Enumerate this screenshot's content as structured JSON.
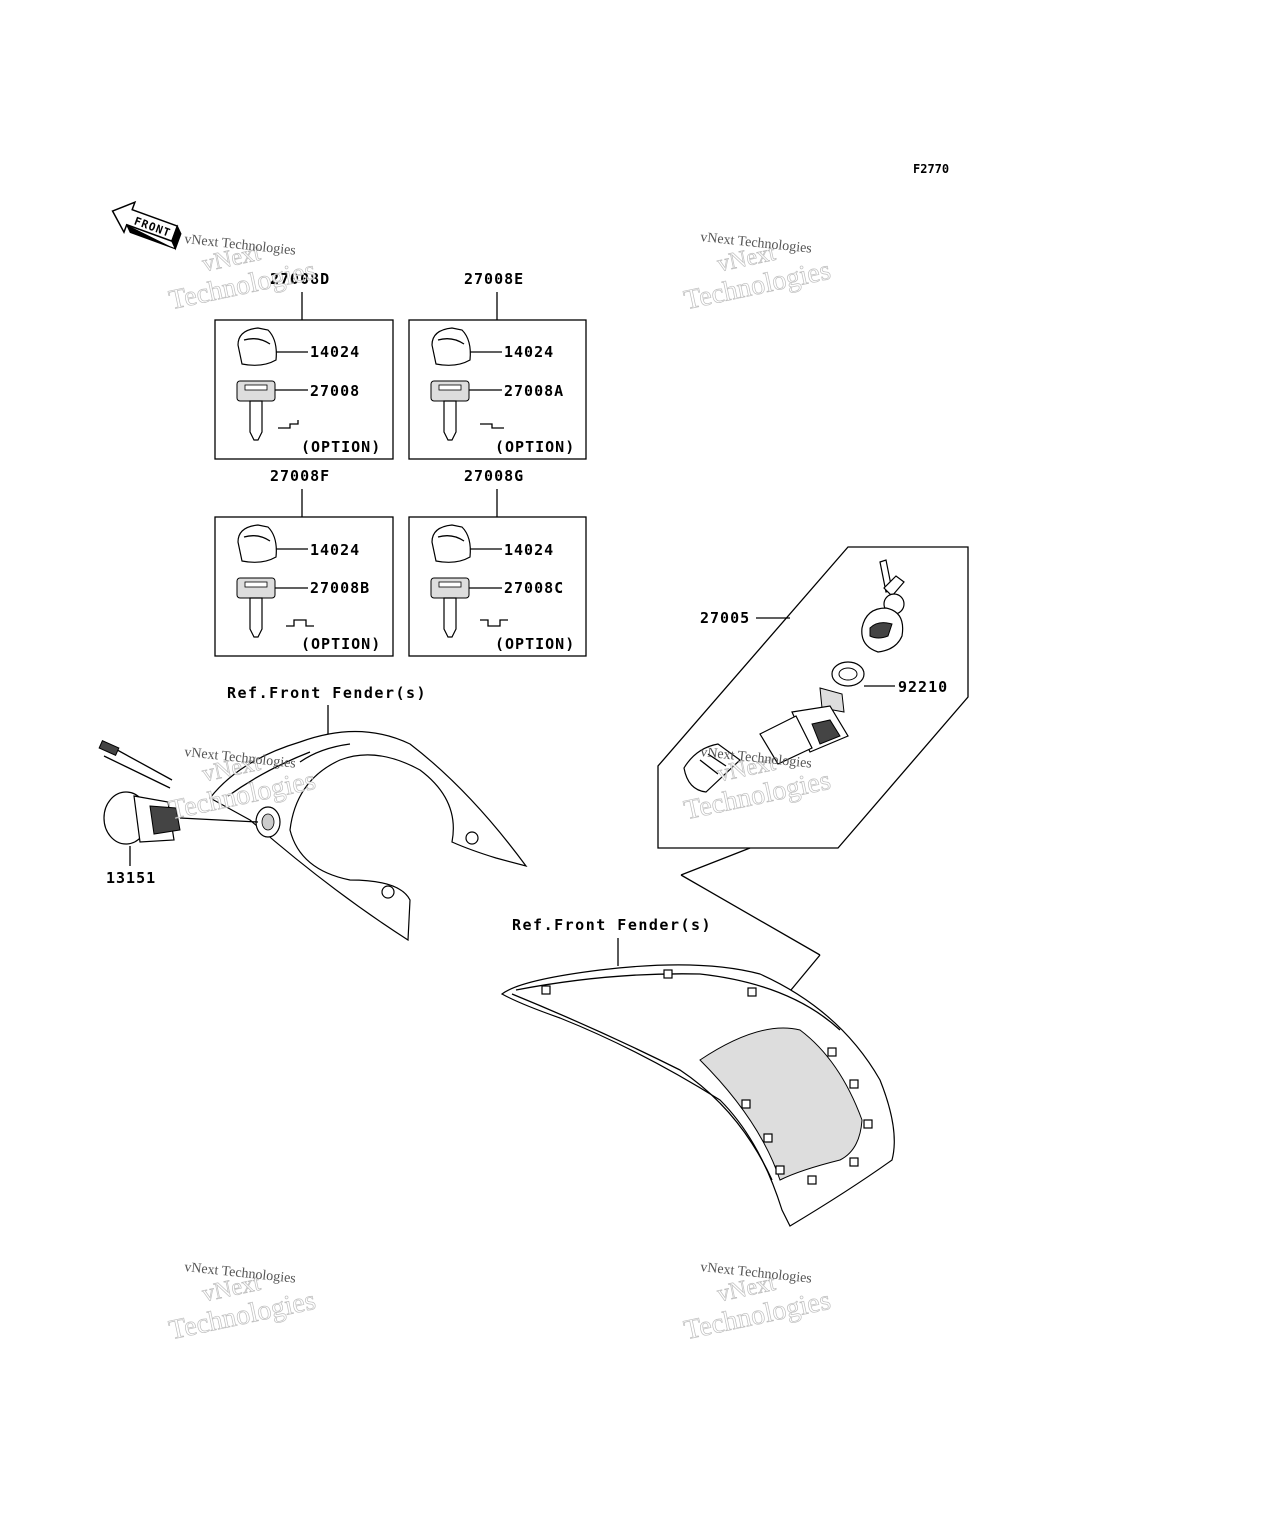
{
  "figure_code": "F2770",
  "front_arrow": {
    "label": "FRONT",
    "icon": "front-direction-arrow-icon"
  },
  "watermark": {
    "line1": "vNext",
    "line2": "Technologies",
    "small": "vNext Technologies"
  },
  "key_sets": [
    {
      "set_no": "27008D",
      "cover_no": "14024",
      "key_no": "27008",
      "option": "(OPTION)"
    },
    {
      "set_no": "27008E",
      "cover_no": "14024",
      "key_no": "27008A",
      "option": "(OPTION)"
    },
    {
      "set_no": "27008F",
      "cover_no": "14024",
      "key_no": "27008B",
      "option": "(OPTION)"
    },
    {
      "set_no": "27008G",
      "cover_no": "14024",
      "key_no": "27008C",
      "option": "(OPTION)"
    }
  ],
  "ignition": {
    "set_no": "27005",
    "nut_no": "92210"
  },
  "switch": {
    "part_no": "13151"
  },
  "refs": {
    "left": "Ref.Front Fender(s)",
    "right": "Ref.Front Fender(s)"
  }
}
